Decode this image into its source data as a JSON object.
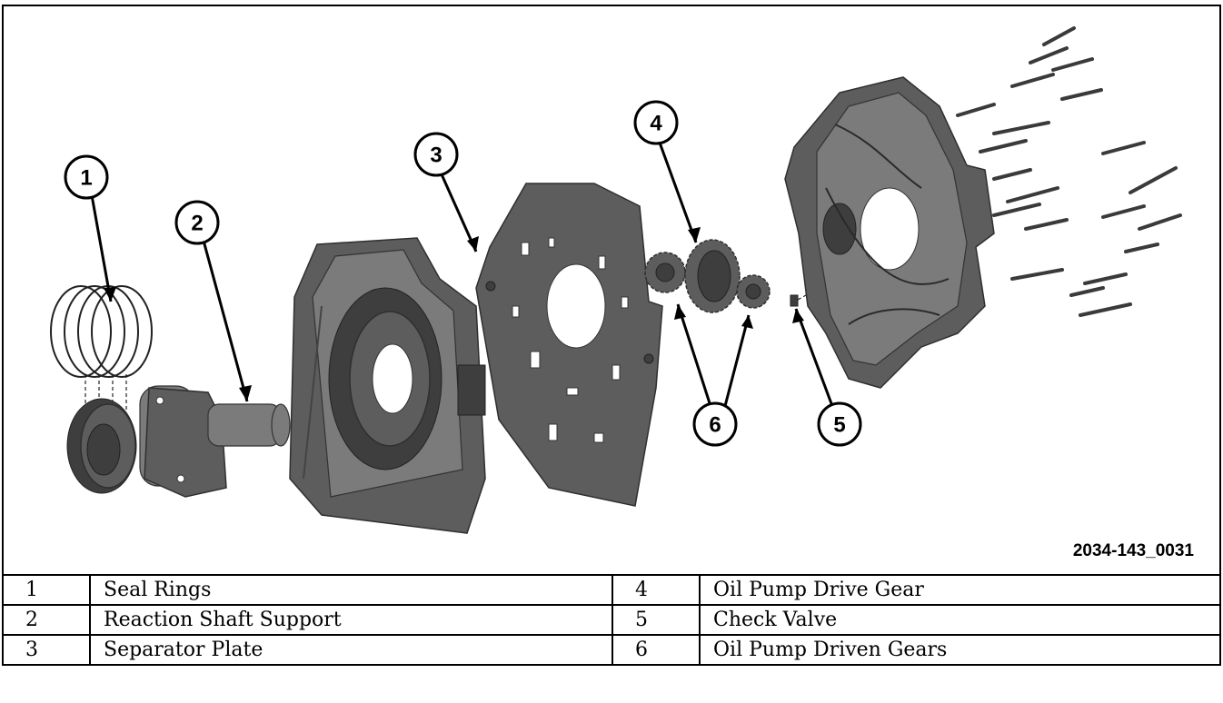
{
  "figure": {
    "id_label": "2034-143_0031",
    "callouts": [
      "1",
      "2",
      "3",
      "4",
      "5",
      "6"
    ]
  },
  "legend": [
    {
      "left_num": "1",
      "left_name": "Seal Rings",
      "right_num": "4",
      "right_name": "Oil Pump Drive Gear"
    },
    {
      "left_num": "2",
      "left_name": "Reaction Shaft Support",
      "right_num": "5",
      "right_name": "Check Valve"
    },
    {
      "left_num": "3",
      "left_name": "Separator Plate",
      "right_num": "6",
      "right_name": "Oil Pump Driven Gears"
    }
  ]
}
